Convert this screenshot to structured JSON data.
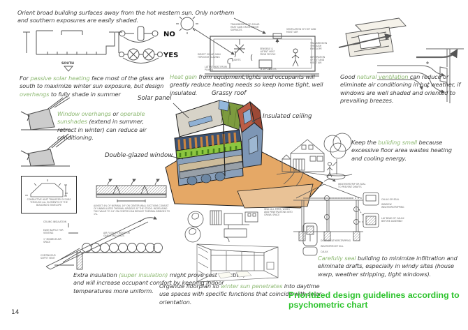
{
  "page": {
    "number": "14"
  },
  "heading": {
    "text": "Prioritized design guidelines according to psychometric chart"
  },
  "colors": {
    "heading_green": "#2cc32c",
    "inline_green": "#8fba74",
    "body_text": "#3e3e3e",
    "sketch_line": "#555555",
    "ground": "#e5a866",
    "ground_light": "#e9c296",
    "solar_panel_face": "#d7d3c8",
    "grass_roof": "#7d9b3f",
    "grass_blue_strip": "#93b7dc",
    "vegetation": "#8cc63f",
    "slat_band": "#3d5271",
    "slat_orange": "#c98440",
    "wall_blue": "#8aa0ba",
    "slab_tan": "#cdbc9b",
    "slab_gray": "#98a0a8",
    "annex_wall_blue": "#7d96b5",
    "annex_roof_red": "#ba5d46",
    "annex_roof_red_dark": "#9d4936",
    "window_blue": "#8fb0d4"
  },
  "labels": {
    "south": "SOUTH",
    "no": "NO",
    "yes": "YES",
    "solar_panel": "Solar panel",
    "grassy_roof": "Grassy roof",
    "insulated_ceiling": "Insulated ceiling",
    "double_glazed": "Double-glazed window"
  },
  "paragraphs": {
    "orient": [
      {
        "t": "Orient broad building surfaces away from the hot western sun. Only northern and southern exposures are easily shaded.",
        "g": false
      }
    ],
    "passive": [
      {
        "t": "For ",
        "g": false
      },
      {
        "t": "passive solar heating",
        "g": true
      },
      {
        "t": " face most of the glass are south to maximize winter sun exposure, but design ",
        "g": false
      },
      {
        "t": "overhangs",
        "g": true
      },
      {
        "t": " to fully shade in summer",
        "g": false
      }
    ],
    "overhangs": [
      {
        "t": "Window overhangs",
        "g": true
      },
      {
        "t": " or ",
        "g": false
      },
      {
        "t": "operable sunshades",
        "g": true
      },
      {
        "t": " (extend in summer, retract in winter) can reduce air conditioning.",
        "g": false
      }
    ],
    "heatgain": [
      {
        "t": "Heat gain",
        "g": true
      },
      {
        "t": " from equipment,lights and occupants will greatly reduce heating needs so keep home tight, well insulated.",
        "g": false
      }
    ],
    "ventilation": [
      {
        "t": "Good ",
        "g": false
      },
      {
        "t": "natural ventilation",
        "g": true
      },
      {
        "t": " can reduce or eliminate air conditioning in hot weather, if windows are well shaded and oriented to prevailing breezes.",
        "g": false
      }
    ],
    "small": [
      {
        "t": "Keep the ",
        "g": false
      },
      {
        "t": "building small",
        "g": true
      },
      {
        "t": " because excessive floor area wastes heating and cooling energy.",
        "g": false
      }
    ],
    "insulation": [
      {
        "t": "Extra insulation ",
        "g": false
      },
      {
        "t": "(super insulation)",
        "g": true
      },
      {
        "t": " might prove cost effective, and will increase occupant comfort by keeping indoor temperatures more uniform.",
        "g": false
      }
    ],
    "floorplan": [
      {
        "t": "Organize floorplan so ",
        "g": false
      },
      {
        "t": "winter sun penetrates",
        "g": true
      },
      {
        "t": " into daytime use spaces with specific functions that coincide with solar orientation.",
        "g": false
      }
    ],
    "seal": [
      {
        "t": "Carefully seal",
        "g": true
      },
      {
        "t": " building to minimize infiltration and eliminate drafts, especially in windy sites (house warp, weather stripping, tight windows).",
        "g": false
      }
    ]
  },
  "captions": {
    "conductive": "CONDUCTIVE HEAT TRANSFER OCCURS THROUGH ALL ELEMENTS OF THE BUILDING'S ENVELOPE",
    "wall_section": "ALMOST 4% OF NORMAL 16\" ON CENTER WALL SECTIONS CONSIST OF UNINSULATED THERMAL BRIDGES AT THE STUDS. INCREASING THIS VALUE TO 24\" ON CENTER CAN REDUCE THERMAL BRIDGES TO 1%.",
    "eave": {
      "l1": "CEILING INSULATION",
      "l2": "EAVE BAFFLE FOR VENTING",
      "l3": "1\" MINIMUM AIR SPACE",
      "l4": "CONTINUOUS SOFFIT VENT",
      "l5": "AIR FLOW TO RIDGE OR GABLE END VENTS"
    },
    "heatgain": {
      "hg1": "TRANSMISSION TO SOLAR HEAT GAIN ON EXTERIOR SURFACES",
      "hg2": "VENTILATION OF HOT AND MOIST AIR",
      "hg3": "TRANSMISSION THROUGH ENVELOPE",
      "hg4": "INFILTRATION OF HOT AND MOIST AIR",
      "hg5": "DIRECT SOLAR GAIN THROUGH GLAZING",
      "hg6": "LIGHTS",
      "hg7": "SENSIBLE & LATENT HEAT FROM PEOPLE",
      "hg8": "LATENT HEAT FROM PLANTS",
      "hg9": "APPLIANCES"
    },
    "seal": {
      "s1": "WEATHERSTRIP OR SEAL TO PREVENT DRAFTS",
      "s2": "CAULK OR SEAL",
      "s3": "WINDOW WEATHERSTRIPPING",
      "s4": "LAY BEAD OF CAULK BEFORE ASSEMBLY",
      "s5": "SEAL ALL PIPES, WIRES AND PENETRATIONS INTO CRAWL SPACE",
      "s6": "DOOR WEATHERSTRIPPING",
      "s7": "WEATHERTIGHT SILL",
      "s8": "CAULK"
    }
  }
}
